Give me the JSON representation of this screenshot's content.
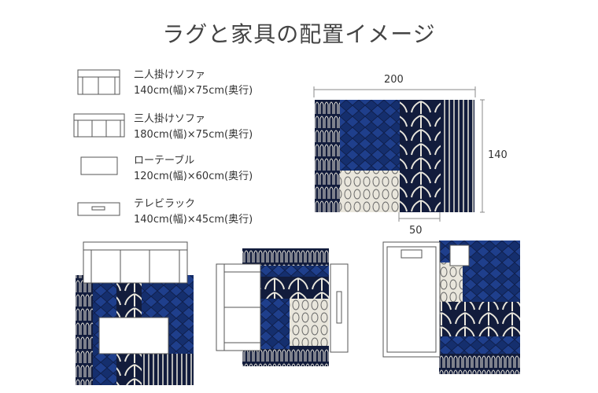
{
  "title": "ラグと家具の配置イメージ",
  "legend": [
    {
      "name": "二人掛けソファ",
      "size": "140cm(幅)×75cm(奥行)"
    },
    {
      "name": "三人掛けソファ",
      "size": "180cm(幅)×75cm(奥行)"
    },
    {
      "name": "ローテーブル",
      "size": "120cm(幅)×60cm(奥行)"
    },
    {
      "name": "テレビラック",
      "size": "140cm(幅)×45cm(奥行)"
    }
  ],
  "rug_dimensions": {
    "width": "200",
    "height": "140",
    "panel": "50"
  },
  "colors": {
    "navy": "#121c3c",
    "blue": "#1f3f8c",
    "cream": "#e9e6dc",
    "outline": "#555555"
  }
}
